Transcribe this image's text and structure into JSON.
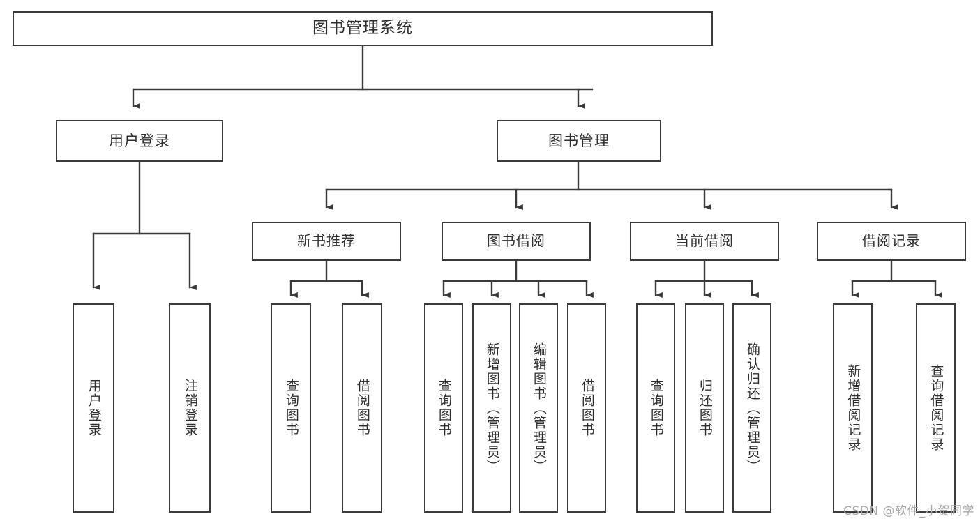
{
  "diagram": {
    "title": "图书管理系统",
    "type": "tree",
    "orientation": "top-down",
    "colors": {
      "box_border": "#3a3a3a",
      "box_fill": "#ffffff",
      "text": "#2f2f2f",
      "connector": "#3a3a3a",
      "watermark": "#a8a8a8",
      "background": "#ffffff"
    }
  },
  "root": {
    "id": "root",
    "label": "图书管理系统"
  },
  "level1": [
    {
      "id": "user-login",
      "label": "用户登录"
    },
    {
      "id": "book-manage",
      "label": "图书管理"
    }
  ],
  "level2": [
    {
      "id": "new-book-recommend",
      "label": "新书推荐",
      "parent": "book-manage"
    },
    {
      "id": "book-borrow",
      "label": "图书借阅",
      "parent": "book-manage"
    },
    {
      "id": "current-borrow",
      "label": "当前借阅",
      "parent": "book-manage"
    },
    {
      "id": "borrow-record",
      "label": "借阅记录",
      "parent": "book-manage"
    }
  ],
  "leaves": [
    {
      "id": "leaf-user-login",
      "label": "用户登录",
      "parent": "user-login"
    },
    {
      "id": "leaf-user-logout",
      "label": "注销登录",
      "parent": "user-login"
    },
    {
      "id": "leaf-rec-query-book",
      "label": "查询图书",
      "parent": "new-book-recommend"
    },
    {
      "id": "leaf-rec-borrow-book",
      "label": "借阅图书",
      "parent": "new-book-recommend"
    },
    {
      "id": "leaf-brw-query-book",
      "label": "查询图书",
      "parent": "book-borrow"
    },
    {
      "id": "leaf-brw-add-book",
      "label": "新增图书（管理员）",
      "parent": "book-borrow"
    },
    {
      "id": "leaf-brw-edit-book",
      "label": "编辑图书（管理员）",
      "parent": "book-borrow"
    },
    {
      "id": "leaf-brw-borrow-book",
      "label": "借阅图书",
      "parent": "book-borrow"
    },
    {
      "id": "leaf-cur-query-book",
      "label": "查询图书",
      "parent": "current-borrow"
    },
    {
      "id": "leaf-cur-return-book",
      "label": "归还图书",
      "parent": "current-borrow"
    },
    {
      "id": "leaf-cur-confirm-return",
      "label": "确认归还（管理员）",
      "parent": "current-borrow"
    },
    {
      "id": "leaf-rec-add-record",
      "label": "新增借阅记录",
      "parent": "borrow-record"
    },
    {
      "id": "leaf-rec-query-record",
      "label": "查询借阅记录",
      "parent": "borrow-record"
    }
  ],
  "watermark": {
    "text": "CSDN @软件_小贺同学"
  }
}
